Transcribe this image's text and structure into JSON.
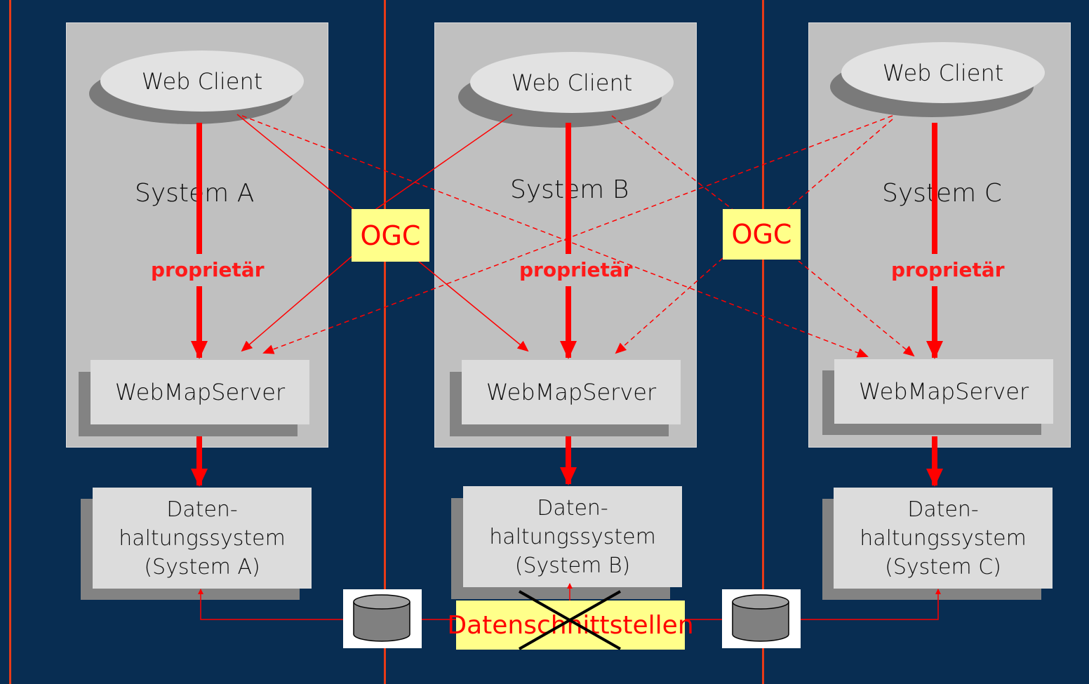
{
  "systems": [
    {
      "client_label": "Web Client",
      "system_label": "System A",
      "proprietary_label": "proprietär",
      "wms_label": "WebMapServer",
      "data_line1": "Daten-",
      "data_line2": "haltungssystem",
      "data_line3": "(System A)"
    },
    {
      "client_label": "Web Client",
      "system_label": "System B",
      "proprietary_label": "proprietär",
      "wms_label": "WebMapServer",
      "data_line1": "Daten-",
      "data_line2": "haltungssystem",
      "data_line3": "(System B)"
    },
    {
      "client_label": "Web Client",
      "system_label": "System C",
      "proprietary_label": "proprietär",
      "wms_label": "WebMapServer",
      "data_line1": "Daten-",
      "data_line2": "haltungssystem",
      "data_line3": "(System C)"
    }
  ],
  "ogc_labels": [
    "OGC",
    "OGC"
  ],
  "data_interface_label": "Datenschnittstellen",
  "colors": {
    "background": "#082d52",
    "divider": "#e83a17",
    "arrow": "#ff0000",
    "panel": "#c0c0c0",
    "highlight": "#ffff8a"
  }
}
